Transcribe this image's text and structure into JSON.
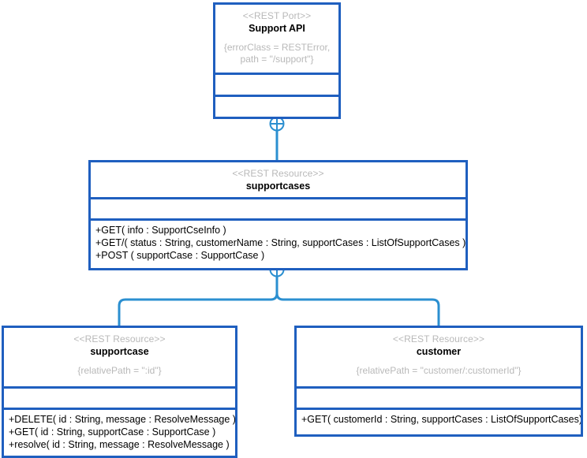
{
  "diagram": {
    "title": "Support API REST resource model",
    "colors": {
      "box_border": "#1f5fbf",
      "connector": "#2b8fd0",
      "stereotype_text": "#b9b9b9",
      "body_text": "#000000",
      "background": "#ffffff"
    }
  },
  "nodes": {
    "support_api": {
      "stereotype": "<<REST Port>>",
      "name": "Support API",
      "tags": [
        "{errorClass = RESTError,",
        "path = \"/support\"}"
      ],
      "attributes": [],
      "operations": []
    },
    "supportcases": {
      "stereotype": "<<REST Resource>>",
      "name": "supportcases",
      "tags": [],
      "attributes": [],
      "operations": [
        "+GET( info : SupportCseInfo )",
        "+GET/( status : String, customerName : String, supportCases : ListOfSupportCases )",
        "+POST ( supportCase : SupportCase )"
      ]
    },
    "supportcase": {
      "stereotype": "<<REST Resource>>",
      "name": "supportcase",
      "tags": [
        "{relativePath = \":id\"}"
      ],
      "attributes": [],
      "operations": [
        "+DELETE( id : String, message : ResolveMessage )",
        "+GET( id : String, supportCase : SupportCase )",
        "+resolve( id : String, message : ResolveMessage )"
      ]
    },
    "customer": {
      "stereotype": "<<REST Resource>>",
      "name": "customer",
      "tags": [
        "{relativePath = \"customer/:customerId\"}"
      ],
      "attributes": [],
      "operations": [
        "+GET( customerId : String, supportCases : ListOfSupportCases)"
      ]
    }
  },
  "connectors": [
    {
      "name": "support-api-to-supportcases",
      "type": "composition",
      "from": "support_api",
      "to": "supportcases",
      "marker": "circle-plus"
    },
    {
      "name": "supportcases-to-supportcase",
      "type": "composition",
      "from": "supportcases",
      "to": "supportcase",
      "marker": "circle-plus"
    },
    {
      "name": "supportcases-to-customer",
      "type": "composition",
      "from": "supportcases",
      "to": "customer",
      "marker": "circle-plus"
    }
  ]
}
